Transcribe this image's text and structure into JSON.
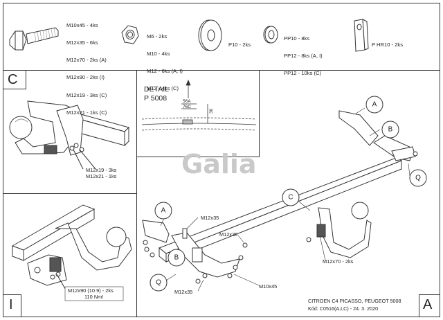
{
  "parts": {
    "bolts": [
      "M10x45 - 4ks",
      "M12x35 - 6ks",
      "M12x70 - 2ks (A)",
      "M12x90 - 2ks (I)",
      "M12x19 - 3ks (C)",
      "M12x21 - 1ks (C)"
    ],
    "nuts": [
      "M6 - 2ks",
      "M10 - 4ks",
      "M12 - 6ks (A, I)",
      "M12 - 4ks (C)"
    ],
    "washer_p": [
      "P10 - 2ks"
    ],
    "washer_pp": [
      "PP10 - 8ks",
      "PP12 - 8ks (A, I)",
      "PP12 - 10ks (C)"
    ],
    "bracket": [
      "P HR10 - 2ks"
    ]
  },
  "panels": {
    "c": {
      "letter": "C",
      "labels": [
        "M12x19 - 3ks",
        "M12x21 - 1ks"
      ]
    },
    "i": {
      "letter": "I",
      "labels": [
        "M12x90 (10.9) - 2ks",
        "110 Nm!"
      ]
    },
    "a": {
      "letter": "A"
    }
  },
  "detail": {
    "title_line1": "DETAIL",
    "title_line2": "P 5008",
    "dim_56a": "56A",
    "dim_76c": "76C",
    "dim_30": "30"
  },
  "watermark": "Galia",
  "callouts": [
    "A",
    "B",
    "C",
    "Q",
    "A",
    "B",
    "Q"
  ],
  "labels": {
    "m12x35_top": "M12x35",
    "m12x35_mid": "M12x35",
    "m12x35_bot": "M12x35",
    "m10x45": "M10x45",
    "m12x70": "M12x70 - 2ks"
  },
  "footer": {
    "line1": "CITROEN C4 PICASSO, PEUGEOT 5008",
    "line2": "Kód: C0516(A,I,C) - 24. 3. 2020"
  }
}
